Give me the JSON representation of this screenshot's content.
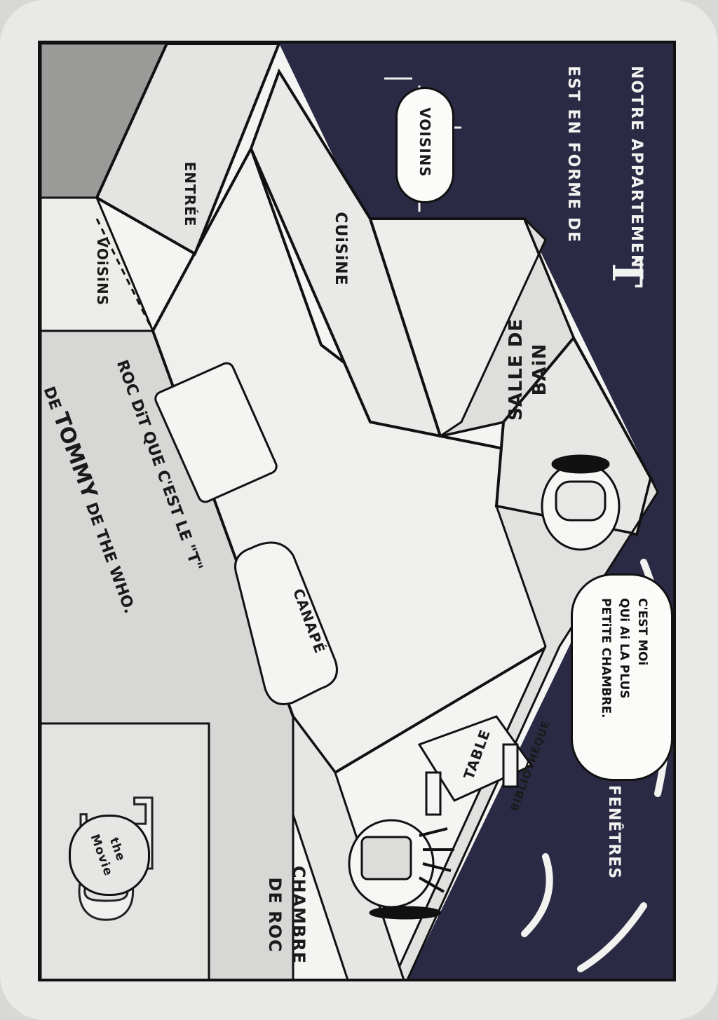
{
  "title": {
    "lines": [
      "NOTRE APPARTEMENT",
      "EST EN FORME DE"
    ],
    "letter": "T"
  },
  "labels": {
    "voisins_top": "VOISINS",
    "voisins_left": "VOiSiNS",
    "entree": "ENTRÉE",
    "cuisine": "CUiSiNE",
    "salle_de_bain": "SALLE DE\nBAiN",
    "canape": "CANAPÉ",
    "table": "TABLE",
    "bibliotheque": "BIBLIOTHÈQUE",
    "chambre": "CHAMBRE\nDE ROC",
    "fenetres": "FENÊTRES"
  },
  "caption": {
    "line1": "ROC DiT QUE C'EST LE \"T\"",
    "prefix": "DE ",
    "name": "TOMMY",
    "suffix": " DE THE WHO."
  },
  "speech": {
    "text": "C'EST MOi\nQUi Ai LA PLUS\nPETiTE CHAMBRE."
  },
  "poster": {
    "letters": "To",
    "badge": "the\nMovie"
  },
  "colors": {
    "night": "#2b2a45",
    "paper": "#f4f4f2",
    "ink": "#111111"
  }
}
